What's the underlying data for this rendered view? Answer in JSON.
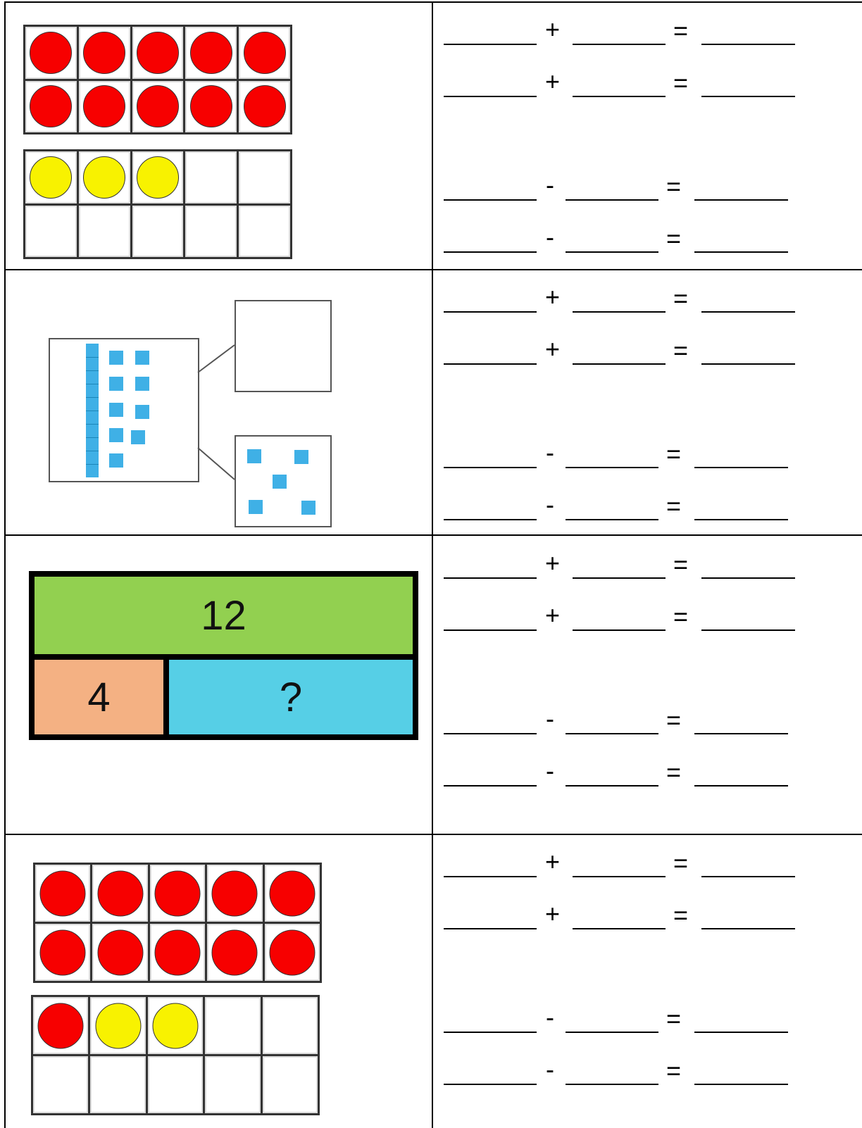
{
  "worksheet": {
    "rows": [
      {
        "model": "ten-frames",
        "top_frame": [
          "red",
          "red",
          "red",
          "red",
          "red",
          "red",
          "red",
          "red",
          "red",
          "red"
        ],
        "bottom_frame": [
          "yellow",
          "yellow",
          "yellow",
          "",
          "",
          "",
          "",
          "",
          "",
          ""
        ]
      },
      {
        "model": "number-bond",
        "whole_rod_cubes": 10,
        "whole_loose_cubes": 9,
        "part_top": "",
        "part_bottom_cubes": 5
      },
      {
        "model": "tape-diagram",
        "whole": "12",
        "part_a": "4",
        "part_b": "?"
      },
      {
        "model": "ten-frames",
        "top_frame": [
          "red",
          "red",
          "red",
          "red",
          "red",
          "red",
          "red",
          "red",
          "red",
          "red"
        ],
        "bottom_frame": [
          "red",
          "yellow",
          "yellow",
          "",
          "",
          "",
          "",
          "",
          "",
          ""
        ]
      }
    ],
    "equation_symbols": {
      "plus": "+",
      "minus": "-",
      "equals": "="
    }
  },
  "colors": {
    "red_counter": "#f70000",
    "yellow_counter": "#f8f200",
    "cube_blue": "#3fb0e6",
    "tape_whole": "#92d050",
    "tape_part_a": "#f4b183",
    "tape_part_b": "#56cfe6"
  }
}
